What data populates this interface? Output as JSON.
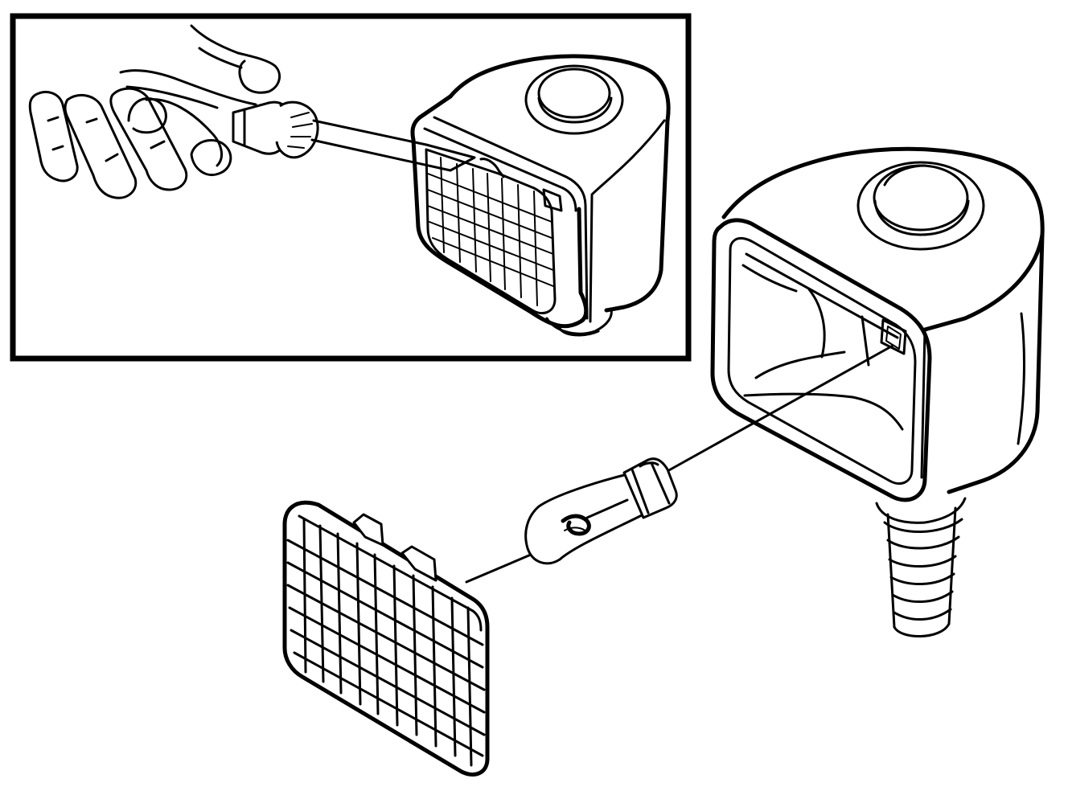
{
  "figure": {
    "colors": {
      "line": "#000000",
      "background": "#ffffff"
    },
    "parts": [
      "inset-detail",
      "lamp-housing",
      "bulb",
      "lens-cover",
      "screwdriver",
      "hand"
    ]
  }
}
